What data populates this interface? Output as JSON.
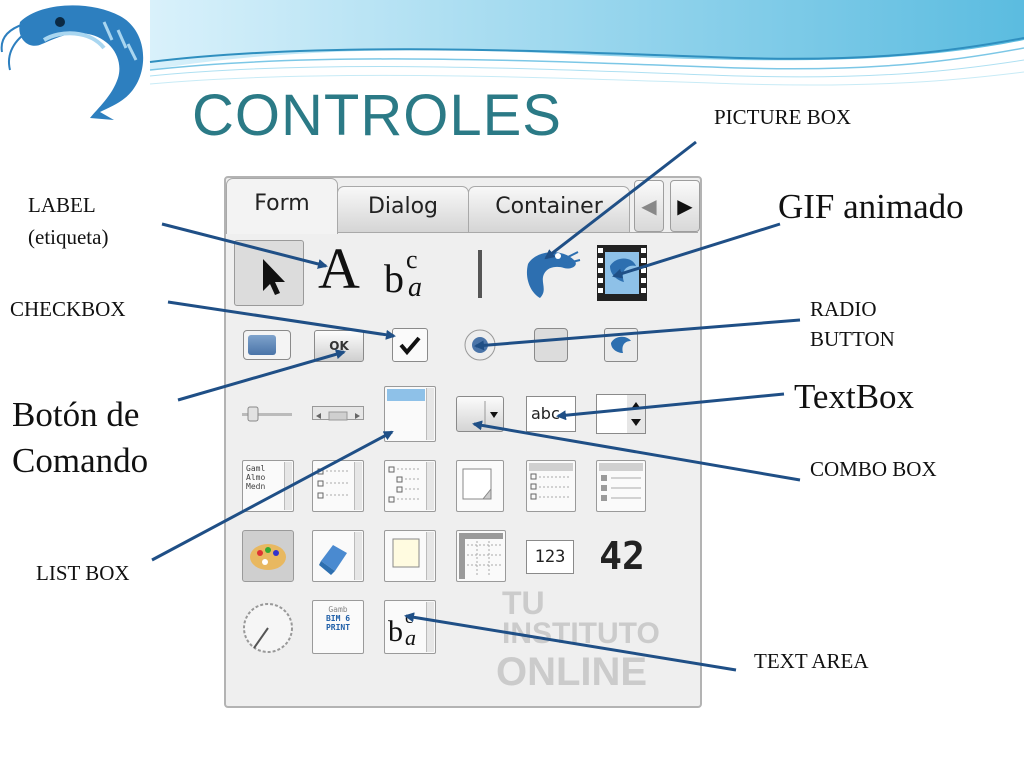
{
  "slide": {
    "title": "CONTROLES",
    "colors": {
      "title": "#2b7a86",
      "arrow": "#1f4f86",
      "wave": "#5bbce0"
    }
  },
  "annotations": {
    "picture_box": "PICTURE BOX",
    "label_line1": "LABEL",
    "label_line2": "(etiqueta)",
    "gif": "GIF animado",
    "checkbox": "CHECKBOX",
    "radio_line1": "RADIO",
    "radio_line2": "BUTTON",
    "boton_line1": "Botón de",
    "boton_line2": "Comando",
    "textbox": "TextBox",
    "combo_box": "COMBO BOX",
    "list_box": "LIST BOX",
    "text_area": "TEXT AREA"
  },
  "palette": {
    "tabs": [
      "Form",
      "Dialog",
      "Container"
    ],
    "active_tab": "Form",
    "nav": {
      "prev": "◀",
      "next": "▶"
    },
    "row1": {
      "label_glyph": "A",
      "spinner_text": "abc",
      "counter_text": "123",
      "lcd_text": "42",
      "ok_text": "OK"
    },
    "tree_text": [
      "Gaml",
      "Almo",
      "Medn"
    ],
    "print_text": [
      "Gamb",
      "BIM 6",
      "PRINT"
    ],
    "icons": [
      "pointer-icon",
      "label-icon",
      "rich-label-icon",
      "separator-icon",
      "picture-box-icon",
      "animation-icon",
      "toggle-icon",
      "button-icon",
      "checkbox-icon",
      "radio-button-icon",
      "frame-icon",
      "tool-button-icon",
      "slider-icon",
      "scrollbar-icon",
      "listbox-icon",
      "combo-box-icon",
      "textbox-icon",
      "spin-box-icon",
      "tree-view-icon",
      "column-view-icon",
      "tree-icon",
      "grid-view-icon",
      "table-view-icon",
      "icon-view-icon",
      "color-picker-icon",
      "file-chooser-icon",
      "panel-icon",
      "gridview-icon",
      "value-box-icon",
      "lcd-number-icon",
      "dial-icon",
      "printer-icon",
      "text-area-icon"
    ]
  },
  "watermark": {
    "line1": "TU",
    "line2": "INSTITUTO",
    "line3": "ONLINE"
  }
}
